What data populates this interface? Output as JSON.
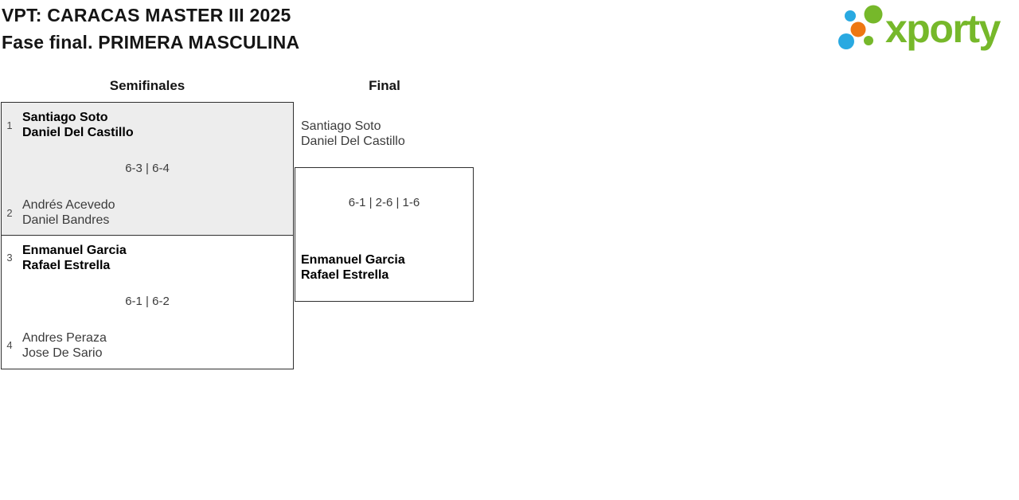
{
  "colors": {
    "accent-green": "#76b82a",
    "accent-blue": "#29a9e1",
    "accent-orange": "#ee7711",
    "box-border": "#2f2f2f",
    "shaded-cell": "#ededed",
    "muted-text": "#3b3b3b",
    "winner-text": "#000000"
  },
  "header": {
    "title_line1": "VPT: CARACAS MASTER III 2025",
    "title_line2": "Fase final. PRIMERA MASCULINA"
  },
  "logo": {
    "wordmark": "xporty"
  },
  "bracket": {
    "round_labels": {
      "semifinals": "Semifinales",
      "final": "Final"
    },
    "semifinals": [
      {
        "seed_top": "1",
        "team_top": [
          "Santiago Soto",
          "Daniel Del Castillo"
        ],
        "score": "6-3 | 6-4",
        "seed_bottom": "2",
        "team_bottom": [
          "Andrés Acevedo",
          "Daniel Bandres"
        ],
        "winner": "top"
      },
      {
        "seed_top": "3",
        "team_top": [
          "Enmanuel Garcia",
          "Rafael Estrella"
        ],
        "score": "6-1 | 6-2",
        "seed_bottom": "4",
        "team_bottom": [
          "Andres Peraza",
          "Jose De Sario"
        ],
        "winner": "top"
      }
    ],
    "final": {
      "team_top": [
        "Santiago Soto",
        "Daniel Del Castillo"
      ],
      "score": "6-1 | 2-6 | 1-6",
      "team_bottom": [
        "Enmanuel Garcia",
        "Rafael Estrella"
      ],
      "winner": "bottom"
    }
  }
}
